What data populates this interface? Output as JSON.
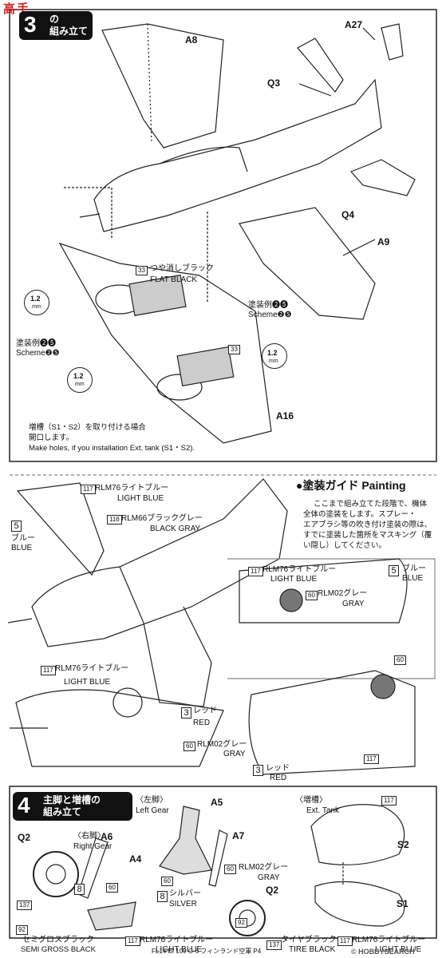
{
  "logo": {
    "text": "高手"
  },
  "step3": {
    "number": "3",
    "title_line1": "の",
    "title_line2": "組み立て"
  },
  "parts_top": [
    "A27",
    "A8",
    "Q3",
    "Q4",
    "A9",
    "A16"
  ],
  "paint33": {
    "num": "33",
    "jp": "つや消しブラック",
    "en": "FLAT BLACK",
    "num2": "33"
  },
  "drill": {
    "size": "1.2",
    "unit": "mm"
  },
  "scheme": {
    "jp": "塗装例❷❺",
    "en": "Scheme❷❺"
  },
  "tank_note": {
    "jp1": "増槽（S1・S2）を取り付ける場合",
    "jp2": "開口します。",
    "en": "Make holes, if you installation Ext. tank (S1・S2)."
  },
  "painting": {
    "title": "●塗装ガイド Painting",
    "body": [
      "ここまで組み立てた段階で、機体",
      "全体の塗装をします。スプレー・",
      "エアブラシ等の吹き付け塗装の際は、",
      "すでに塗装した箇所をマスキング（覆",
      "い隠し）してください。"
    ]
  },
  "colors": {
    "c117_jp": "RLM76ライトブルー",
    "c117_en": "LIGHT BLUE",
    "c117": "117",
    "c116_jp": "RLM66ブラックグレー",
    "c116_en": "BLACK GRAY",
    "c116": "116",
    "c5_jp": "ブルー",
    "c5_en": "BLUE",
    "c5": "5",
    "c60_jp": "RLM02グレー",
    "c60_en": "GRAY",
    "c60": "60",
    "c3_jp": "レッド",
    "c3_en": "RED",
    "c3": "3",
    "c8_jp": "シルバー",
    "c8_en": "SILVER",
    "c8": "8",
    "c137_jp": "セミグロスブラック",
    "c137_en": "SEMI GROSS BLACK",
    "c137": "137",
    "c92_jp": "タイヤブラック",
    "c92_en": "TIRE BLACK",
    "c92": "92"
  },
  "step4": {
    "number": "4",
    "title_line1": "主脚と増槽の",
    "title_line2": "組み立て"
  },
  "gear": {
    "left_jp": "〈左脚〉",
    "left_en": "Left Gear",
    "right_jp": "〈右脚〉",
    "right_en": "Right Gear",
    "tank_jp": "〈増槽〉",
    "tank_en": "Ext. Tank",
    "parts": [
      "A5",
      "A7",
      "A6",
      "A4",
      "Q2",
      "Q2",
      "S2",
      "S1"
    ]
  },
  "footer": {
    "text": "FL14 Bf 109 G-6 フィンランド空軍 P4",
    "watermark": "© HOBBYSEARCH"
  }
}
